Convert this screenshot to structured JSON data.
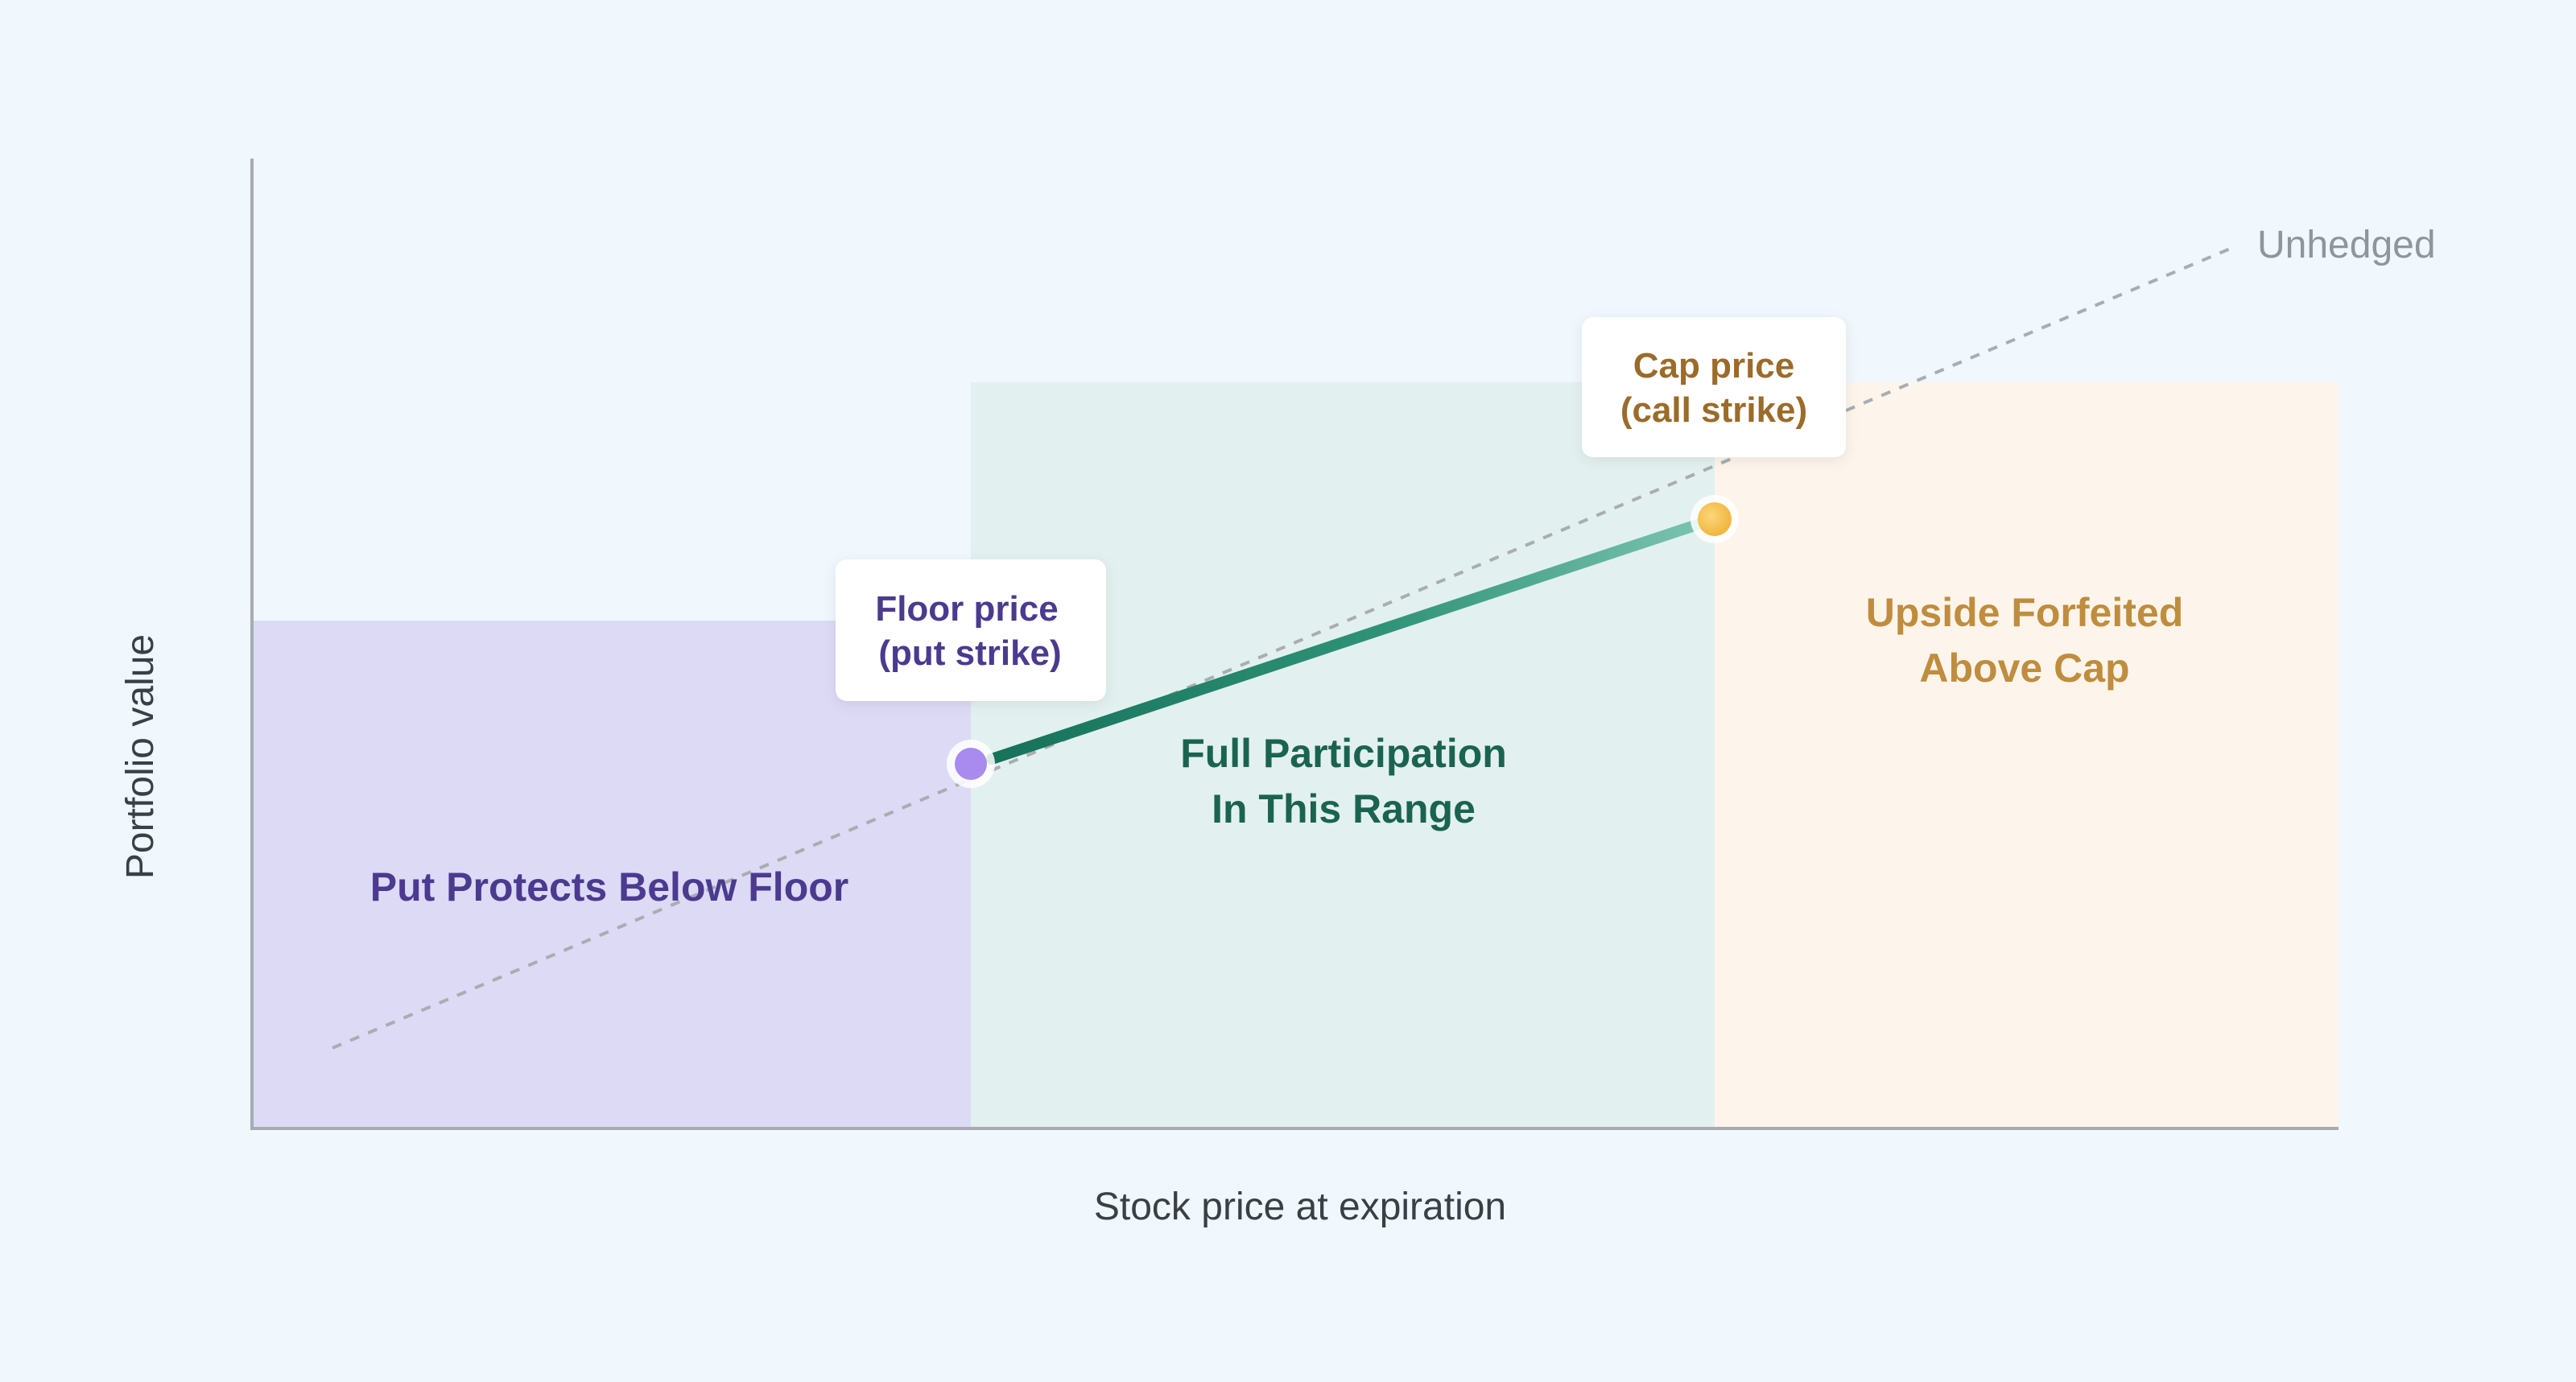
{
  "diagram": {
    "axes": {
      "x_label": "Stock price at expiration",
      "y_label": "Portfolio value"
    },
    "zones": {
      "protected": {
        "label": "Put Protects Below Floor",
        "color": "#dcdaf5"
      },
      "participation": {
        "label_line1": "Full Participation",
        "label_line2": "In This Range",
        "color": "#e2f1ef"
      },
      "forfeited": {
        "label_line1": "Upside Forfeited",
        "label_line2": "Above Cap",
        "color": "#fdf5eb"
      }
    },
    "callouts": {
      "floor": {
        "line1": "Floor price",
        "line2": "(put strike)",
        "color": "#4b3a8f"
      },
      "cap": {
        "line1": "Cap price",
        "line2": "(call strike)",
        "color": "#9b6b2a"
      }
    },
    "reference_line": {
      "label": "Unhedged"
    },
    "colors": {
      "purple": "#9b82e6",
      "purple_dark": "#5a4796",
      "green": "#1a7a60",
      "gold": "#f6bd45",
      "gold_dark": "#a57b3a"
    }
  }
}
